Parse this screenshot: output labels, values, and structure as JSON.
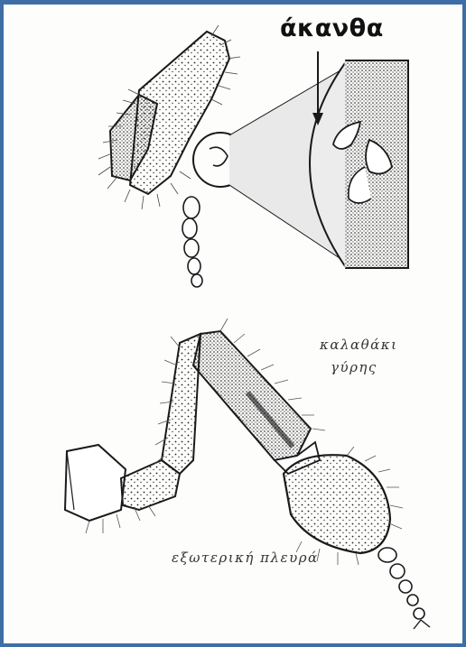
{
  "labels": {
    "spine": "άκανθα",
    "basket_line1": "καλαθάκι",
    "basket_line2": "γύρης",
    "outer_side": "εξωτερική πλευρά"
  },
  "colors": {
    "frame": "#3f6ea6",
    "paper": "#fdfdfc",
    "ink": "#1a1a1a"
  }
}
